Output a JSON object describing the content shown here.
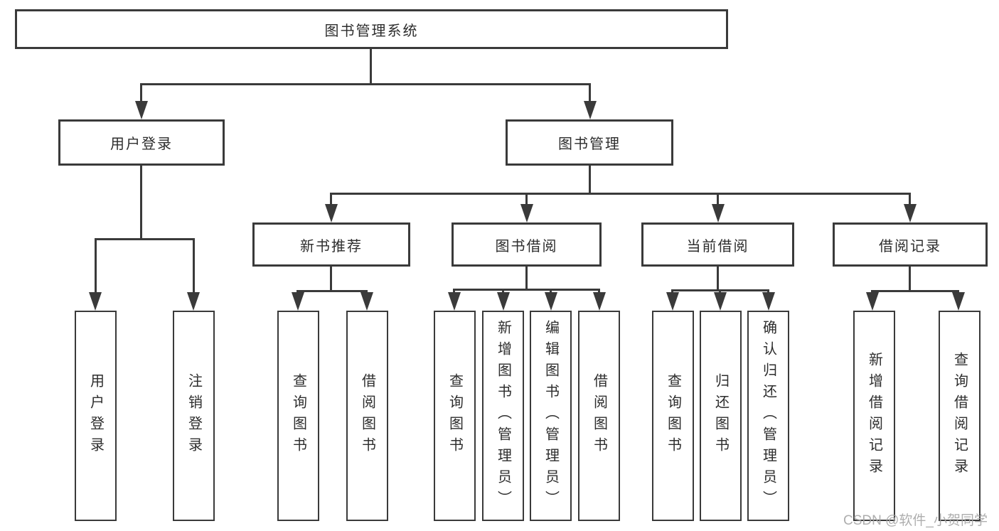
{
  "diagram": {
    "title_node": {
      "label": "图书管理系统"
    },
    "level2": [
      {
        "label": "用户登录"
      },
      {
        "label": "图书管理"
      }
    ],
    "level3": [
      {
        "label": "新书推荐"
      },
      {
        "label": "图书借阅"
      },
      {
        "label": "当前借阅"
      },
      {
        "label": "借阅记录"
      }
    ],
    "leaves": [
      {
        "label": "用户登录",
        "parent": "用户登录"
      },
      {
        "label": "注销登录",
        "parent": "用户登录"
      },
      {
        "label": "查询图书",
        "parent": "新书推荐"
      },
      {
        "label": "借阅图书",
        "parent": "新书推荐"
      },
      {
        "label": "查询图书",
        "parent": "图书借阅"
      },
      {
        "label": "新增图书（管理员）",
        "parent": "图书借阅"
      },
      {
        "label": "编辑图书（管理员）",
        "parent": "图书借阅"
      },
      {
        "label": "借阅图书",
        "parent": "图书借阅"
      },
      {
        "label": "查询图书",
        "parent": "当前借阅"
      },
      {
        "label": "归还图书",
        "parent": "当前借阅"
      },
      {
        "label": "确认归还（管理员）",
        "parent": "当前借阅"
      },
      {
        "label": "新增借阅记录",
        "parent": "借阅记录"
      },
      {
        "label": "查询借阅记录",
        "parent": "借阅记录"
      }
    ],
    "watermark": "CSDN @软件_小贺同学",
    "colors": {
      "line": "#3a3a3a",
      "text": "#2d2d2d",
      "watermark": "#a5a5a5",
      "background": "#ffffff"
    }
  }
}
